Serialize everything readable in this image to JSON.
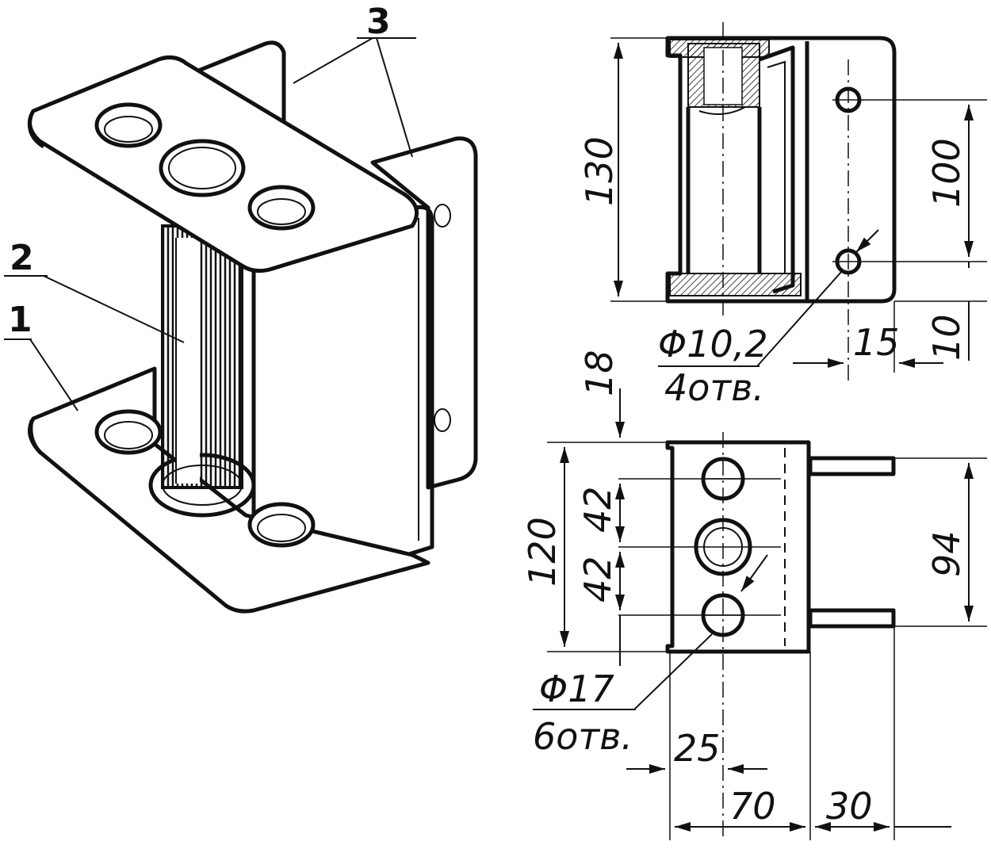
{
  "part_labels": {
    "p1": "1",
    "p2": "2",
    "p3": "3"
  },
  "top_view": {
    "dim_height": "130",
    "dim_hole_spacing": "100",
    "dim_bottom_offset": "10",
    "dim_edge_offset": "15",
    "hole_diameter": "Φ10,2",
    "hole_count": "4отв."
  },
  "bottom_view": {
    "dim_top_offset": "18",
    "dim_height": "120",
    "dim_pitch_upper": "42",
    "dim_pitch_lower": "42",
    "dim_tab_height": "94",
    "hole_diameter": "Φ17",
    "hole_count": "6отв.",
    "dim_hole_x": "25",
    "dim_width": "70",
    "dim_tab_width": "30"
  },
  "colors": {
    "ink": "#111111",
    "paper": "#ffffff"
  }
}
